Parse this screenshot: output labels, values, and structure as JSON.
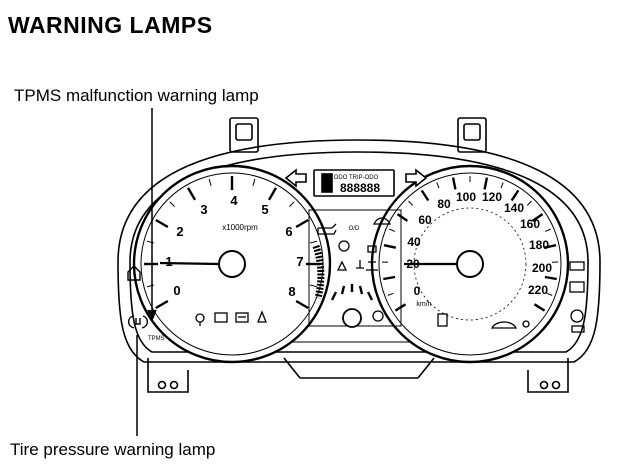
{
  "heading": "WARNING LAMPS",
  "callouts": {
    "tpms_malfunction": "TPMS malfunction warning lamp",
    "tire_pressure": "Tire pressure warning lamp"
  },
  "tachometer": {
    "ticks": [
      "0",
      "1",
      "2",
      "3",
      "4",
      "5",
      "6",
      "7",
      "8"
    ],
    "unit": "x1000rpm"
  },
  "speedometer": {
    "ticks": [
      "0",
      "20",
      "40",
      "60",
      "80",
      "100",
      "120",
      "140",
      "160",
      "180",
      "200",
      "220"
    ],
    "unit": "km/h"
  },
  "odometer": {
    "header": "ODO TRIP-ODO",
    "display": "888888"
  },
  "icons": [
    "turn-left-arrow-icon",
    "turn-right-arrow-icon",
    "oil-pressure-icon",
    "seatbelt-icon",
    "battery-icon",
    "door-ajar-icon",
    "master-warning-icon",
    "fuel-pump-icon",
    "temperature-icon",
    "tpms-icon",
    "brake-warning-icon"
  ]
}
